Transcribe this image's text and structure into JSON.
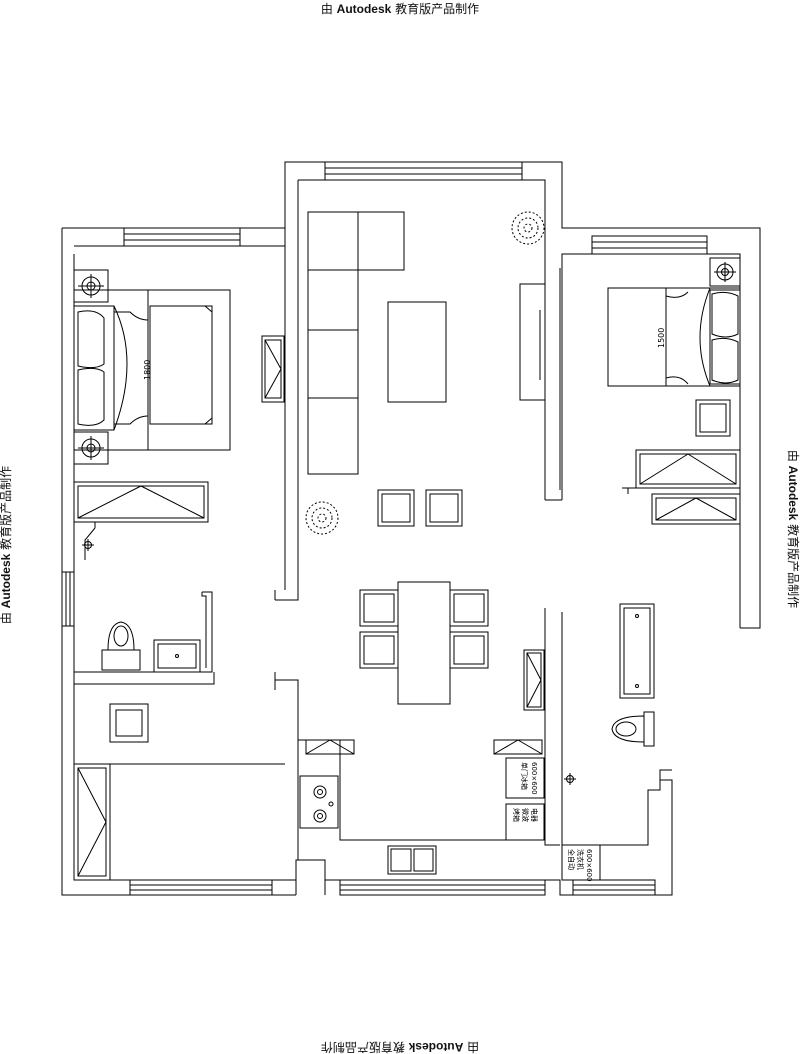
{
  "watermark": {
    "prefix": "由 ",
    "brand": "Autodesk",
    "suffix": " 教育版产品制作"
  },
  "dimensions": {
    "master_bed": "1800",
    "second_bed": "1500"
  },
  "appliance_labels": {
    "fridge": "单门冰箱",
    "fridge_size": "600×600",
    "microwave": "烤箱",
    "microwave_2": "微波",
    "microwave_3": "电器",
    "washer": "全自动",
    "washer_2": "洗衣机",
    "washer_size": "600×600"
  }
}
